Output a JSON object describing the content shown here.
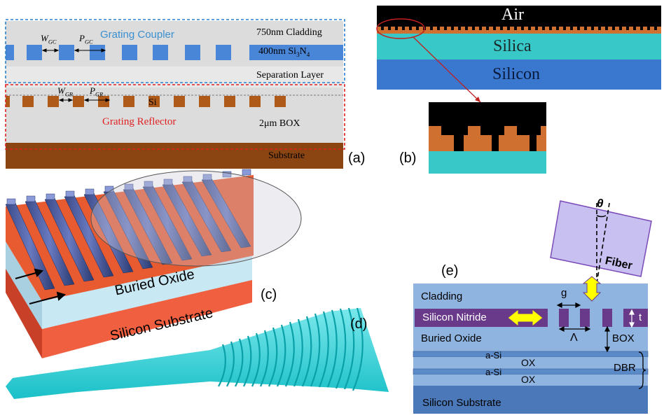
{
  "panel_a": {
    "letter": "(a)",
    "grating_coupler": "Grating Coupler",
    "cladding": "750nm Cladding",
    "sin_layer": "400nm Si3N4",
    "separation": "Separation Layer",
    "wgc": "WGC",
    "pgc": "PGC",
    "wgr": "WGR",
    "pgr": "PGR",
    "si": "Si",
    "grating_reflector": "Grating Reflector",
    "box": "2μm BOX",
    "substrate": "Substrate"
  },
  "panel_b": {
    "letter": "(b)",
    "air": "Air",
    "silica": "Silica",
    "silicon": "Silicon"
  },
  "panel_c": {
    "letter": "(c)",
    "buried_oxide": "Buried Oxide",
    "silicon_substrate": "Silicon Substrate"
  },
  "panel_d": {
    "letter": "(d)"
  },
  "panel_e": {
    "letter": "(e)",
    "theta": "θ",
    "fiber": "Fiber",
    "cladding": "Cladding",
    "g": "g",
    "silicon_nitride": "Silicon Nitride",
    "t": "t",
    "buried_oxide": "Buried Oxide",
    "lambda": "Λ",
    "box": "BOX",
    "asi1": "a-Si",
    "ox1": "OX",
    "dbr": "DBR",
    "asi2": "a-Si",
    "ox2": "OX",
    "silicon_substrate": "Silicon Substrate"
  },
  "colors": {
    "gc_blue": "#4a86d8",
    "gc_label": "#3a8fd0",
    "gr_label": "#e02020",
    "si_brown": "#b05a1a",
    "substrate_brown": "#8b4513",
    "cladding_grey": "#dcdcdc",
    "silica_cyan": "#38c8c8",
    "silicon_blue": "#3a78d0",
    "nitride_purple": "#6a3a8a",
    "cladding_blue": "#8fb4e0",
    "substrate_blue": "#4a78b8",
    "arrow_yellow": "#ffff00",
    "fiber_lavender": "#c8c0f0"
  }
}
